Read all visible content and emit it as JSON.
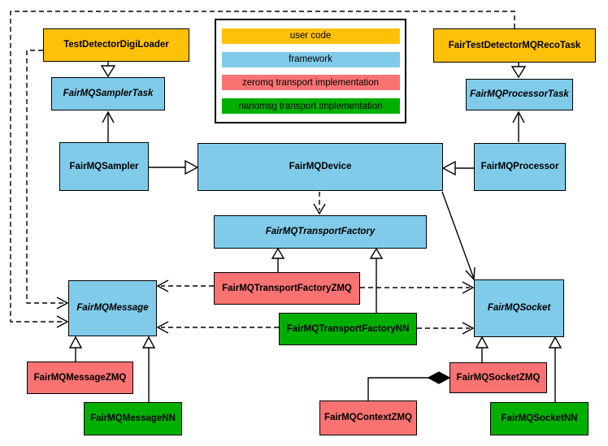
{
  "palette": {
    "user_code": "#FFC107",
    "framework": "#80CBEA",
    "zeromq": "#F97373",
    "nanomsg": "#00AF00"
  },
  "legend": {
    "items": [
      {
        "label": "user code",
        "type": "user_code"
      },
      {
        "label": "framework",
        "type": "framework"
      },
      {
        "label": "zeromq transport implementation",
        "type": "zeromq"
      },
      {
        "label": "nanomsg transport implementation",
        "type": "nanomsg"
      }
    ]
  },
  "nodes": [
    {
      "label": "TestDetectorDigiLoader",
      "category": "user_code",
      "abstract": false
    },
    {
      "label": "FairTestDetectorMQRecoTask",
      "category": "user_code",
      "abstract": false
    },
    {
      "label": "FairMQSamplerTask",
      "category": "framework",
      "abstract": true
    },
    {
      "label": "FairMQProcessorTask",
      "category": "framework",
      "abstract": true
    },
    {
      "label": "FairMQSampler",
      "category": "framework",
      "abstract": false
    },
    {
      "label": "FairMQDevice",
      "category": "framework",
      "abstract": false
    },
    {
      "label": "FairMQProcessor",
      "category": "framework",
      "abstract": false
    },
    {
      "label": "FairMQTransportFactory",
      "category": "framework",
      "abstract": true
    },
    {
      "label": "FairMQTransportFactoryZMQ",
      "category": "zeromq",
      "abstract": false
    },
    {
      "label": "FairMQTransportFactoryNN",
      "category": "nanomsg",
      "abstract": false
    },
    {
      "label": "FairMQMessage",
      "category": "framework",
      "abstract": true
    },
    {
      "label": "FairMQSocket",
      "category": "framework",
      "abstract": true
    },
    {
      "label": "FairMQMessageZMQ",
      "category": "zeromq",
      "abstract": false
    },
    {
      "label": "FairMQMessageNN",
      "category": "nanomsg",
      "abstract": false
    },
    {
      "label": "FairMQContextZMQ",
      "category": "zeromq",
      "abstract": false
    },
    {
      "label": "FairMQSocketZMQ",
      "category": "zeromq",
      "abstract": false
    },
    {
      "label": "FairMQSocketNN",
      "category": "nanomsg",
      "abstract": false
    }
  ],
  "edges": [
    {
      "from": "TestDetectorDigiLoader",
      "to": "FairMQSamplerTask",
      "relation": "inheritance"
    },
    {
      "from": "FairTestDetectorMQRecoTask",
      "to": "FairMQProcessorTask",
      "relation": "inheritance"
    },
    {
      "from": "FairMQSampler",
      "to": "FairMQSamplerTask",
      "relation": "association"
    },
    {
      "from": "FairMQProcessor",
      "to": "FairMQProcessorTask",
      "relation": "association"
    },
    {
      "from": "FairMQSampler",
      "to": "FairMQDevice",
      "relation": "inheritance"
    },
    {
      "from": "FairMQProcessor",
      "to": "FairMQDevice",
      "relation": "inheritance"
    },
    {
      "from": "FairMQDevice",
      "to": "FairMQTransportFactory",
      "relation": "dependency"
    },
    {
      "from": "FairMQDevice",
      "to": "FairMQSocket",
      "relation": "association"
    },
    {
      "from": "TestDetectorDigiLoader",
      "to": "FairMQMessage",
      "relation": "dependency"
    },
    {
      "from": "FairTestDetectorMQRecoTask",
      "to": "FairMQMessage",
      "relation": "dependency"
    },
    {
      "from": "FairMQTransportFactoryZMQ",
      "to": "FairMQTransportFactory",
      "relation": "inheritance"
    },
    {
      "from": "FairMQTransportFactoryNN",
      "to": "FairMQTransportFactory",
      "relation": "inheritance"
    },
    {
      "from": "FairMQTransportFactoryZMQ",
      "to": "FairMQMessage",
      "relation": "dependency"
    },
    {
      "from": "FairMQTransportFactoryZMQ",
      "to": "FairMQSocket",
      "relation": "dependency"
    },
    {
      "from": "FairMQTransportFactoryNN",
      "to": "FairMQMessage",
      "relation": "dependency"
    },
    {
      "from": "FairMQTransportFactoryNN",
      "to": "FairMQSocket",
      "relation": "dependency"
    },
    {
      "from": "FairMQMessageZMQ",
      "to": "FairMQMessage",
      "relation": "inheritance"
    },
    {
      "from": "FairMQMessageNN",
      "to": "FairMQMessage",
      "relation": "inheritance"
    },
    {
      "from": "FairMQSocketZMQ",
      "to": "FairMQSocket",
      "relation": "inheritance"
    },
    {
      "from": "FairMQSocketNN",
      "to": "FairMQSocket",
      "relation": "inheritance"
    },
    {
      "from": "FairMQContextZMQ",
      "to": "FairMQSocketZMQ",
      "relation": "composition"
    }
  ]
}
